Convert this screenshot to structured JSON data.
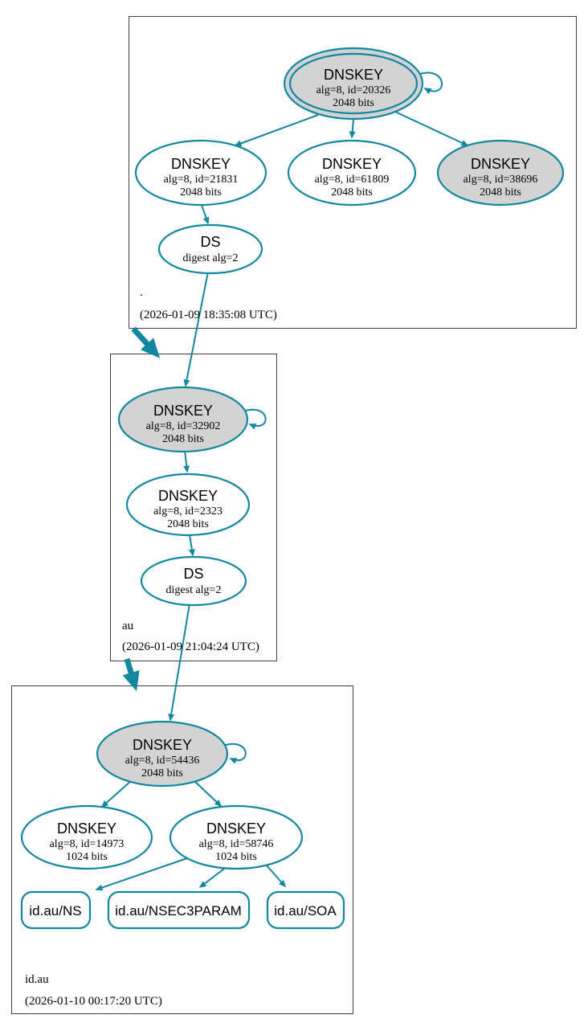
{
  "colors": {
    "edge_teal": "#1386a0",
    "ksk_fill": "#d3d3d3",
    "box_border": "#404040",
    "text": "#000000"
  },
  "zones": {
    "root": {
      "label": ".",
      "timestamp": "(2026-01-09 18:35:08 UTC)",
      "nodes": {
        "ksk": {
          "title": "DNSKEY",
          "alg": "alg=8, id=20326",
          "bits": "2048 bits"
        },
        "zsk_21831": {
          "title": "DNSKEY",
          "alg": "alg=8, id=21831",
          "bits": "2048 bits"
        },
        "zsk_61809": {
          "title": "DNSKEY",
          "alg": "alg=8, id=61809",
          "bits": "2048 bits"
        },
        "key_38696": {
          "title": "DNSKEY",
          "alg": "alg=8, id=38696",
          "bits": "2048 bits"
        },
        "ds": {
          "title": "DS",
          "digest": "digest alg=2"
        }
      }
    },
    "au": {
      "label": "au",
      "timestamp": "(2026-01-09 21:04:24 UTC)",
      "nodes": {
        "ksk": {
          "title": "DNSKEY",
          "alg": "alg=8, id=32902",
          "bits": "2048 bits"
        },
        "zsk_2323": {
          "title": "DNSKEY",
          "alg": "alg=8, id=2323",
          "bits": "2048 bits"
        },
        "ds": {
          "title": "DS",
          "digest": "digest alg=2"
        }
      }
    },
    "id_au": {
      "label": "id.au",
      "timestamp": "(2026-01-10 00:17:20 UTC)",
      "nodes": {
        "ksk": {
          "title": "DNSKEY",
          "alg": "alg=8, id=54436",
          "bits": "2048 bits"
        },
        "key_14973": {
          "title": "DNSKEY",
          "alg": "alg=8, id=14973",
          "bits": "1024 bits"
        },
        "zsk_58746": {
          "title": "DNSKEY",
          "alg": "alg=8, id=58746",
          "bits": "1024 bits"
        },
        "rrset_ns": {
          "label": "id.au/NS"
        },
        "rrset_nsec3param": {
          "label": "id.au/NSEC3PARAM"
        },
        "rrset_soa": {
          "label": "id.au/SOA"
        }
      }
    }
  }
}
